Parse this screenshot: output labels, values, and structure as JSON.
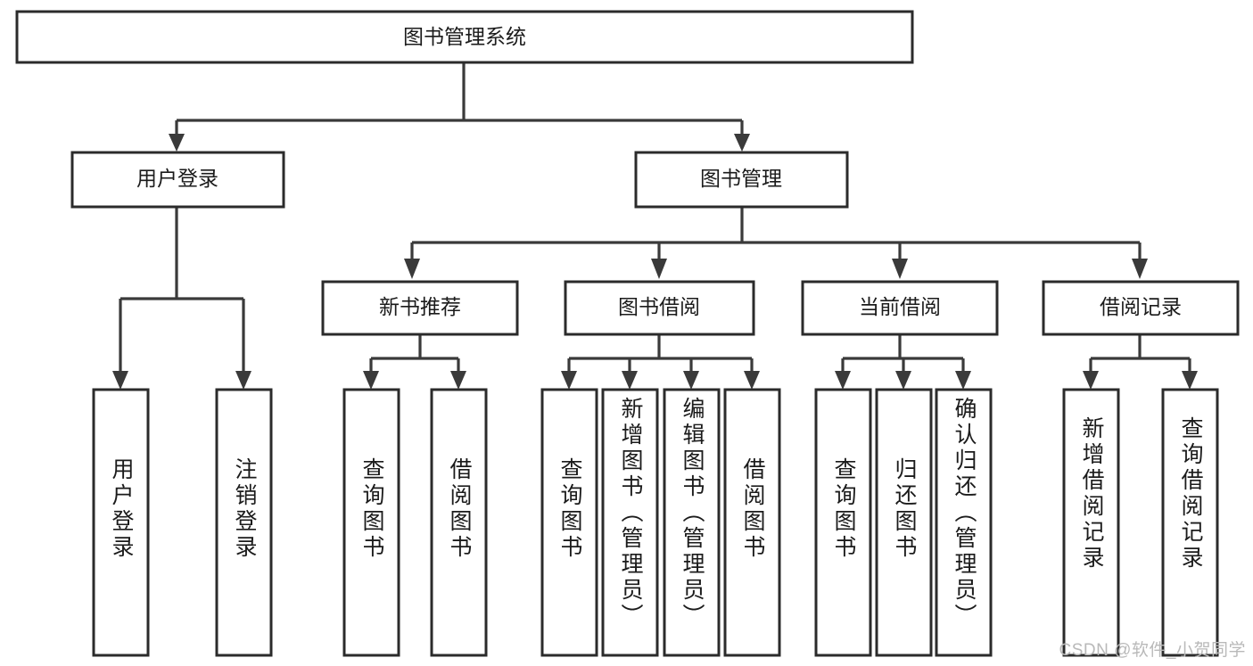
{
  "diagram": {
    "type": "tree",
    "title": "图书管理系统",
    "root": {
      "label": "图书管理系统",
      "level": 0
    },
    "level1": [
      {
        "label": "用户登录"
      },
      {
        "label": "图书管理"
      }
    ],
    "level2": [
      {
        "label": "新书推荐"
      },
      {
        "label": "图书借阅"
      },
      {
        "label": "当前借阅"
      },
      {
        "label": "借阅记录"
      }
    ],
    "leaves": {
      "user_login": [
        {
          "label": "用户登录"
        },
        {
          "label": "注销登录"
        }
      ],
      "new_book_recommend": [
        {
          "label": "查询图书"
        },
        {
          "label": "借阅图书"
        }
      ],
      "book_borrow": [
        {
          "label": "查询图书"
        },
        {
          "label": "新增图书（管理员）"
        },
        {
          "label": "编辑图书（管理员）"
        },
        {
          "label": "借阅图书"
        }
      ],
      "current_borrow": [
        {
          "label": "查询图书"
        },
        {
          "label": "归还图书"
        },
        {
          "label": "确认归还（管理员）"
        }
      ],
      "borrow_record": [
        {
          "label": "新增借阅记录"
        },
        {
          "label": "查询借阅记录"
        }
      ]
    }
  },
  "watermark": {
    "text": "CSDN @软件_小贺同学"
  },
  "colors": {
    "box_stroke": "#2b2b2b",
    "connector": "#3a3a3a",
    "text": "#1b1b1b",
    "background": "#ffffff",
    "watermark": "#b9b9b9"
  }
}
